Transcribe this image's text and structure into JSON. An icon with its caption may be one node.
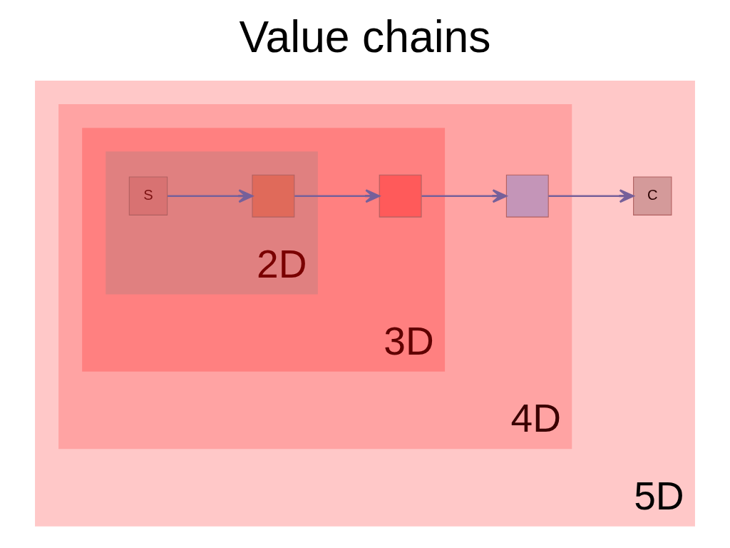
{
  "diagram": {
    "title": "Value chains",
    "nodes": [
      {
        "text": [
          "5D"
        ]
      },
      {
        "text": [
          "4D"
        ],
        "in": 0
      },
      {
        "text": [
          "3D"
        ],
        "in": 1
      },
      {
        "text": [
          "2D"
        ],
        "in": 2
      },
      {
        "text": [
          "S"
        ],
        "in": 3
      },
      {
        "text": [],
        "shape": "box",
        "in": 3
      },
      {
        "text": [],
        "shape": "box",
        "in": 2
      },
      {
        "text": [],
        "shape": "box",
        "in": 1
      },
      {
        "text": [
          "C"
        ],
        "in": 0
      }
    ],
    "edges": [
      {
        "from": 4,
        "to": 5,
        "arrow": "to"
      },
      {
        "from": 5,
        "to": 6,
        "arrow": "to"
      },
      {
        "from": 6,
        "to": 7,
        "arrow": "to"
      },
      {
        "from": 7,
        "to": 8,
        "arrow": "to"
      }
    ]
  }
}
